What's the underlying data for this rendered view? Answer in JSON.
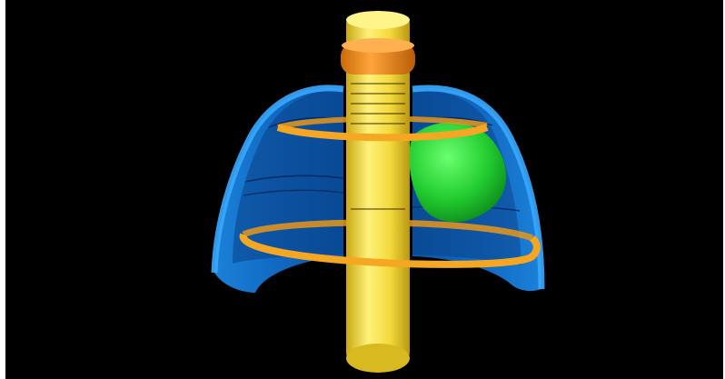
{
  "scene": {
    "description_tag": "3d-render-lungs-model",
    "background_color": "#000000",
    "frame_color": "#ffffff",
    "colors": {
      "lung_blue": "#1e90ff",
      "lung_blue_dark": "#1570c8",
      "lung_inner": "#0b4f9a",
      "spine_yellow": "#f7e04a",
      "spine_yellow_dark": "#d9b81f",
      "ring_orange": "#f5a623",
      "collar_orange": "#f08a12",
      "tumor_green": "#27d33a",
      "tumor_green_dark": "#12a324"
    },
    "objects": [
      {
        "name": "left-lung",
        "color_key": "lung_blue"
      },
      {
        "name": "right-lung",
        "color_key": "lung_blue"
      },
      {
        "name": "spine-column",
        "color_key": "spine_yellow"
      },
      {
        "name": "neck-collar",
        "color_key": "collar_orange"
      },
      {
        "name": "upper-ring",
        "color_key": "ring_orange"
      },
      {
        "name": "lower-ring",
        "color_key": "ring_orange"
      },
      {
        "name": "green-mass",
        "color_key": "tumor_green"
      }
    ]
  }
}
